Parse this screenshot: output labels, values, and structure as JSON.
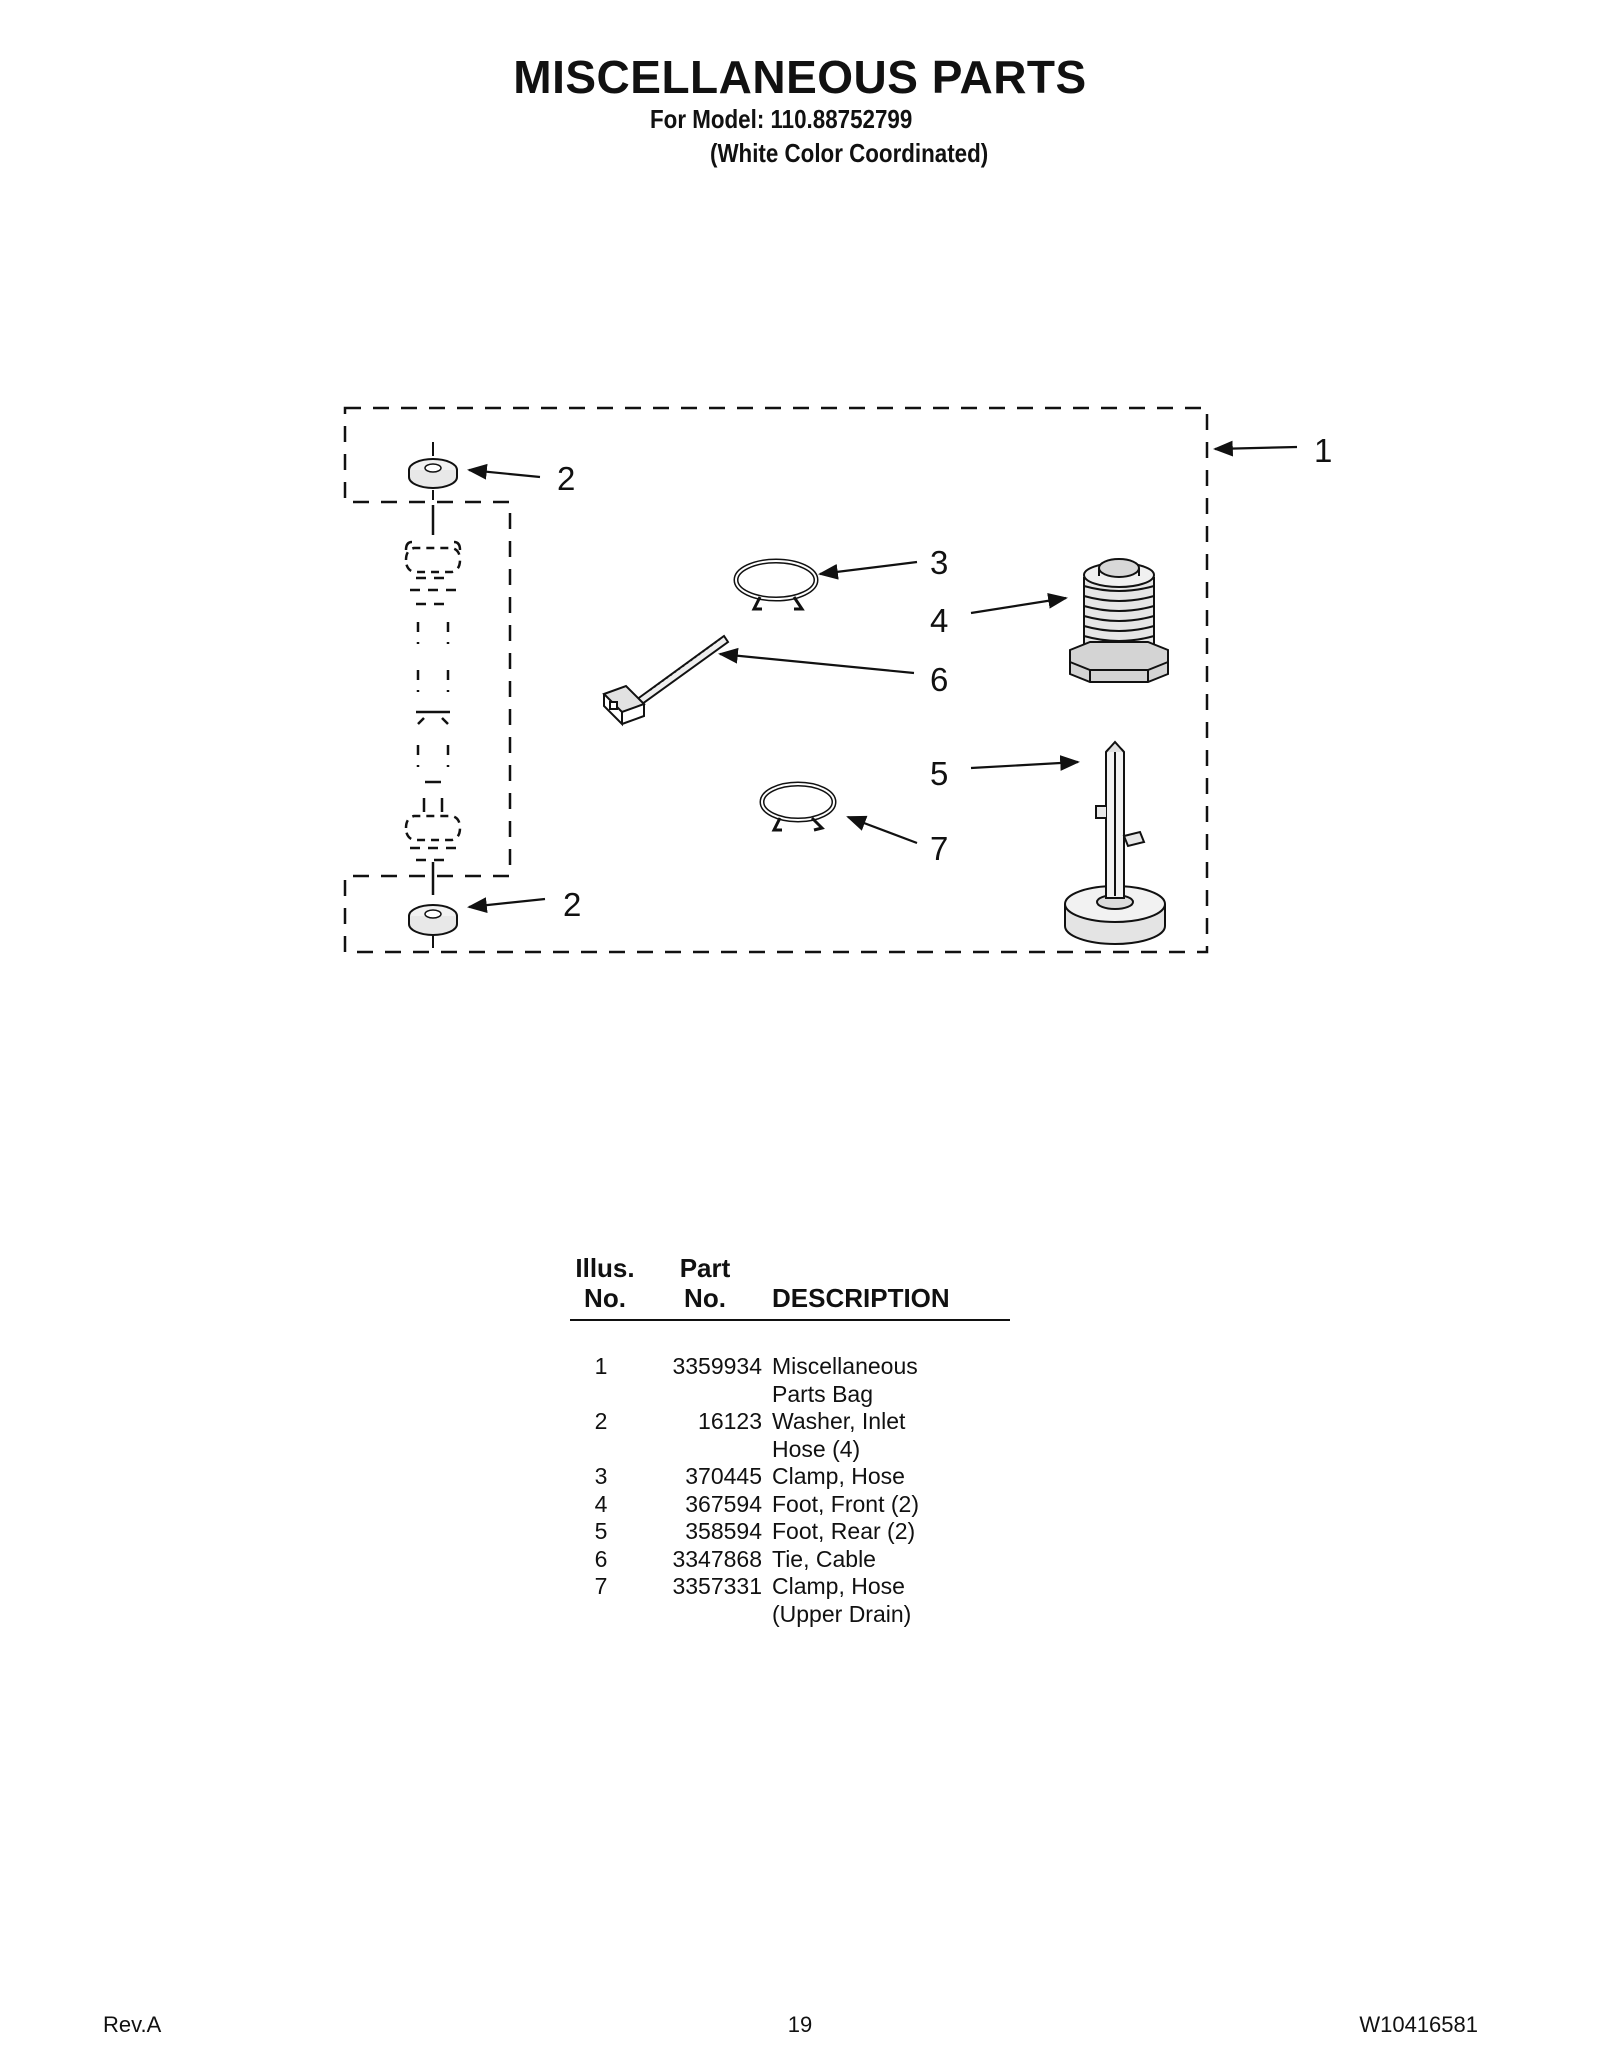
{
  "header": {
    "title": "MISCELLANEOUS PARTS",
    "model_line": "For Model: 110.88752799",
    "color_line": "(White Color Coordinated)"
  },
  "diagram": {
    "callouts": [
      {
        "number": "1",
        "part": "parts-bag"
      },
      {
        "number": "2",
        "part": "washer-top"
      },
      {
        "number": "2",
        "part": "washer-bottom"
      },
      {
        "number": "3",
        "part": "clamp-hose"
      },
      {
        "number": "4",
        "part": "foot-front"
      },
      {
        "number": "6",
        "part": "cable-tie"
      },
      {
        "number": "5",
        "part": "foot-rear"
      },
      {
        "number": "7",
        "part": "clamp-hose-upper-drain"
      }
    ]
  },
  "table": {
    "headers": {
      "illus_top": "Illus.",
      "illus_bottom": "No.",
      "part_top": "Part",
      "part_bottom": "No.",
      "description": "DESCRIPTION"
    },
    "rows": [
      {
        "illus": "1",
        "part": "3359934",
        "desc": [
          "Miscellaneous",
          "Parts Bag"
        ]
      },
      {
        "illus": "2",
        "part": "16123",
        "desc": [
          "Washer, Inlet",
          "Hose (4)"
        ]
      },
      {
        "illus": "3",
        "part": "370445",
        "desc": [
          "Clamp, Hose"
        ]
      },
      {
        "illus": "4",
        "part": "367594",
        "desc": [
          "Foot, Front (2)"
        ]
      },
      {
        "illus": "5",
        "part": "358594",
        "desc": [
          "Foot, Rear (2)"
        ]
      },
      {
        "illus": "6",
        "part": "3347868",
        "desc": [
          "Tie, Cable"
        ]
      },
      {
        "illus": "7",
        "part": "3357331",
        "desc": [
          "Clamp, Hose",
          "(Upper Drain)"
        ]
      }
    ]
  },
  "footer": {
    "revision": "Rev.A",
    "page_number": "19",
    "document_number": "W10416581"
  }
}
